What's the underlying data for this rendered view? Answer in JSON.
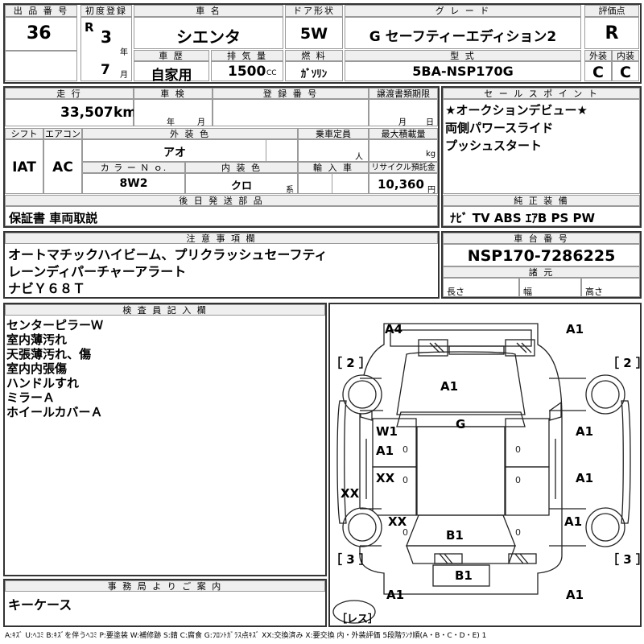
{
  "sheet": {
    "lot_header": "出 品 番 号",
    "lot_number": "36",
    "first_reg_header": "初度登録",
    "era": "R",
    "year_num": "3",
    "year_unit": "年",
    "month_num": "7",
    "month_unit": "月",
    "car_name_header": "車 名",
    "car_name": "シエンタ",
    "door_header": "ドア形状",
    "door_type": "5W",
    "grade_header": "グ レ ー ド",
    "grade": "G セーフティーエディション2",
    "score_header": "評価点",
    "score": "R",
    "history_header": "車 歴",
    "history": "自家用",
    "displacement_header": "排 気 量",
    "displacement": "1500",
    "displacement_unit": "CC",
    "fuel_header": "燃 料",
    "fuel": "ｶﾞｿﾘﾝ",
    "model_header": "型 式",
    "model": "5BA-NSP170G",
    "exterior_header": "外装",
    "interior_header": "内装",
    "exterior_grade": "C",
    "interior_grade": "C"
  },
  "row2": {
    "mileage_header": "走 行",
    "mileage": "33,507",
    "mileage_unit": "km",
    "inspection_header": "車 検",
    "year_label": "年",
    "month_label": "月",
    "plate_header": "登 録 番 号",
    "transfer_header": "譲渡書類期限",
    "transfer_month": "月",
    "transfer_day": "日",
    "shift_header": "シフト",
    "shift": "IAT",
    "ac_header": "エアコン",
    "ac": "AC",
    "color_header": "外 装 色",
    "color": "アオ",
    "capacity_header": "乗車定員",
    "capacity_unit": "人",
    "load_header": "最大積載量",
    "load_unit": "kg",
    "color_no_header": "カ ラ ー Ｎ ｏ.",
    "color_no": "8W2",
    "interior_color_header": "内 装 色",
    "interior_color": "クロ",
    "interior_color_unit": "系",
    "import_header": "輸 入 車",
    "recycle_header": "リサイクル預託金",
    "recycle": "10,360",
    "recycle_unit": "円",
    "later_header": "後 日 発 送 部 品",
    "later_items": "保証書 車両取説"
  },
  "sales": {
    "header": "セ ー ル ス ポ イ ン ト",
    "lines": [
      "★オークションデビュー★",
      "両側パワースライド",
      "プッシュスタート"
    ],
    "equip_header": "純 正 装 備",
    "equipment": "ﾅﾋﾞ TV ABS ｴｱB PS PW"
  },
  "notes": {
    "header": "注 意 事 項 欄",
    "lines": [
      "オートマチックハイビーム、プリクラッシュセーフティ",
      "レーンディパーチャーアラート",
      "ナビＹ６８Ｔ"
    ]
  },
  "chassis": {
    "header": "車 台 番 号",
    "number": "NSP170-7286225",
    "dims_header": "諸 元",
    "length_label": "長さ",
    "width_label": "幅",
    "height_label": "高さ"
  },
  "inspector": {
    "header": "検 査 員 記 入 欄",
    "lines": [
      "センターピラーＷ",
      "室内薄汚れ",
      "天張薄汚れ、傷",
      "室内内張傷",
      "ハンドルすれ",
      "ミラーＡ",
      "ホイールカバーＡ"
    ]
  },
  "office": {
    "header": "事 務 局 よ り ご 案 内",
    "text": "キーケース"
  },
  "diagram": {
    "marks": {
      "front_left": "A4",
      "front_right": "A1",
      "hood": "A1",
      "roof": "G",
      "front_door_left_1": "W1",
      "front_door_left_2": "A1",
      "front_door_right": "A1",
      "rear_door_left": "XX",
      "rear_door_right": "A1",
      "sill_left": "XX",
      "quarter_left": "XX",
      "quarter_right": "A1",
      "rear_glass": "B1",
      "rear_bumper": "B1",
      "rear_left": "A1",
      "rear_right": "A1"
    },
    "tire_front_left": "［ 2 ］",
    "tire_front_right": "［ 2 ］",
    "tire_rear_left": "［ 3 ］",
    "tire_rear_right": "［ 3 ］",
    "spare": "［レス］"
  },
  "legend": "A:ｷｽﾞ U:ﾍｺﾐ B:ｷｽﾞを伴うﾍｺﾐ P:要塗装 W:補修跡 S:錆 C:腐食 G:ﾌﾛﾝﾄｶﾞﾗｽ点ｷｽﾞ XX:交換済み X:要交換 内・外装評価 5段階ﾗﾝｸ順(A・B・C・D・E) 1"
}
